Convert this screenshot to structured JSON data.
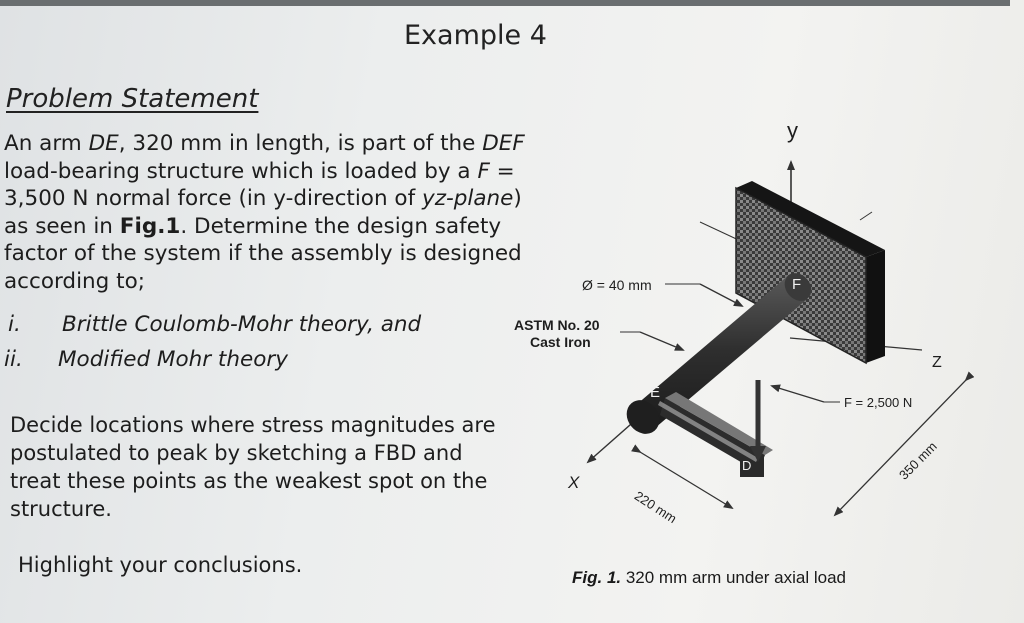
{
  "title": "Example 4",
  "problem": {
    "heading": "Problem Statement",
    "statement": [
      "An arm ",
      {
        "i": "DE"
      },
      ", 320 mm in length, is part of the ",
      {
        "i": "DEF"
      },
      " load-bearing structure which is loaded by a ",
      {
        "i": "F"
      },
      " = 3,500 N normal force (in y-direction of ",
      {
        "i": "yz-plane"
      },
      ") as seen in ",
      {
        "b": "Fig.1"
      },
      ". Determine the design safety factor of the system if the assembly is designed according to;"
    ],
    "theories": [
      {
        "marker": "i.",
        "text": "Brittle Coulomb-Mohr theory, and"
      },
      {
        "marker": "ii.",
        "text": "Modified Mohr theory"
      }
    ],
    "instruction": "Decide locations where stress magnitudes are postulated to peak by sketching a FBD and treat these points as the weakest spot on the structure.",
    "conclusion": "Highlight your conclusions."
  },
  "figure": {
    "labels": {
      "y_axis": "y",
      "x_axis": "X",
      "z_axis": "Z",
      "diameter": "Ø = 40 mm",
      "material_line1": "ASTM No. 20",
      "material_line2": "Cast Iron",
      "point_e": "E",
      "point_f": "F",
      "point_d": "D",
      "force": "F = 2,500 N",
      "dim_220": "220 mm",
      "dim_350": "350 mm"
    },
    "caption_prefix": "Fig. 1.",
    "caption_text": " 320 mm arm under axial load"
  }
}
